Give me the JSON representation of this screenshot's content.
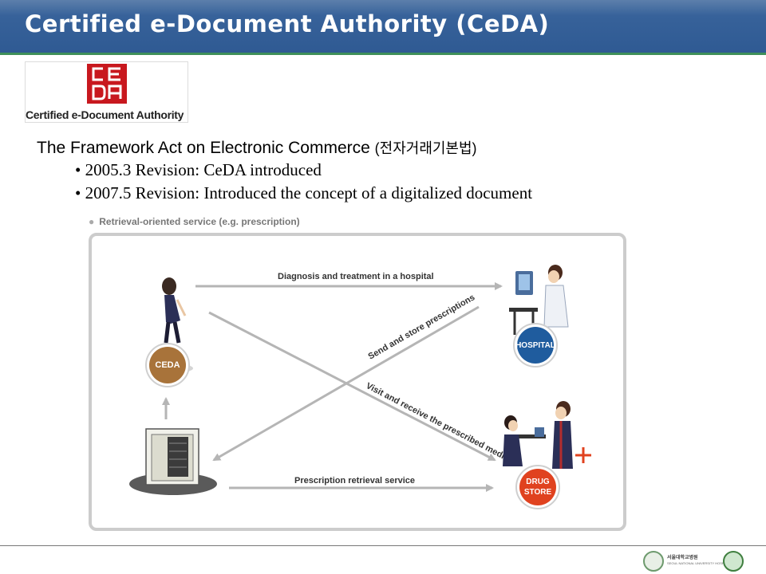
{
  "header": {
    "title": "Certified e-Document Authority (CeDA)"
  },
  "logo": {
    "mark_text": "CeDA",
    "caption": "Certified e-Document Authority"
  },
  "framework": {
    "title": "The Framework Act on Electronic Commerce ",
    "title_korean": "(전자거래기본법)",
    "bullets": [
      "• 2005.3 Revision:  CeDA introduced",
      "• 2007.5 Revision:  Introduced the concept of a digitalized document"
    ]
  },
  "diagram": {
    "service_label": "Retrieval-oriented service (e.g. prescription)",
    "edges": {
      "diagnosis": "Diagnosis and treatment in a hospital",
      "send_store": "Send and store prescriptions",
      "visit_receive": "Visit and receive the prescribed medicine",
      "retrieval": "Prescription retrieval service"
    },
    "nodes": {
      "ceda": "CEDA",
      "hospital": "HOSPITAL",
      "drug_store_line1": "DRUG",
      "drug_store_line2": "STORE"
    },
    "colors": {
      "ceda": "#a8733a",
      "hospital": "#1f5c9e",
      "drug_store": "#e0421f",
      "arrow": "#b5b5b5"
    }
  },
  "footer": {
    "institution": "서울대학교병원",
    "institution_en": "SEOUL NATIONAL UNIVERSITY HOSPITAL"
  }
}
